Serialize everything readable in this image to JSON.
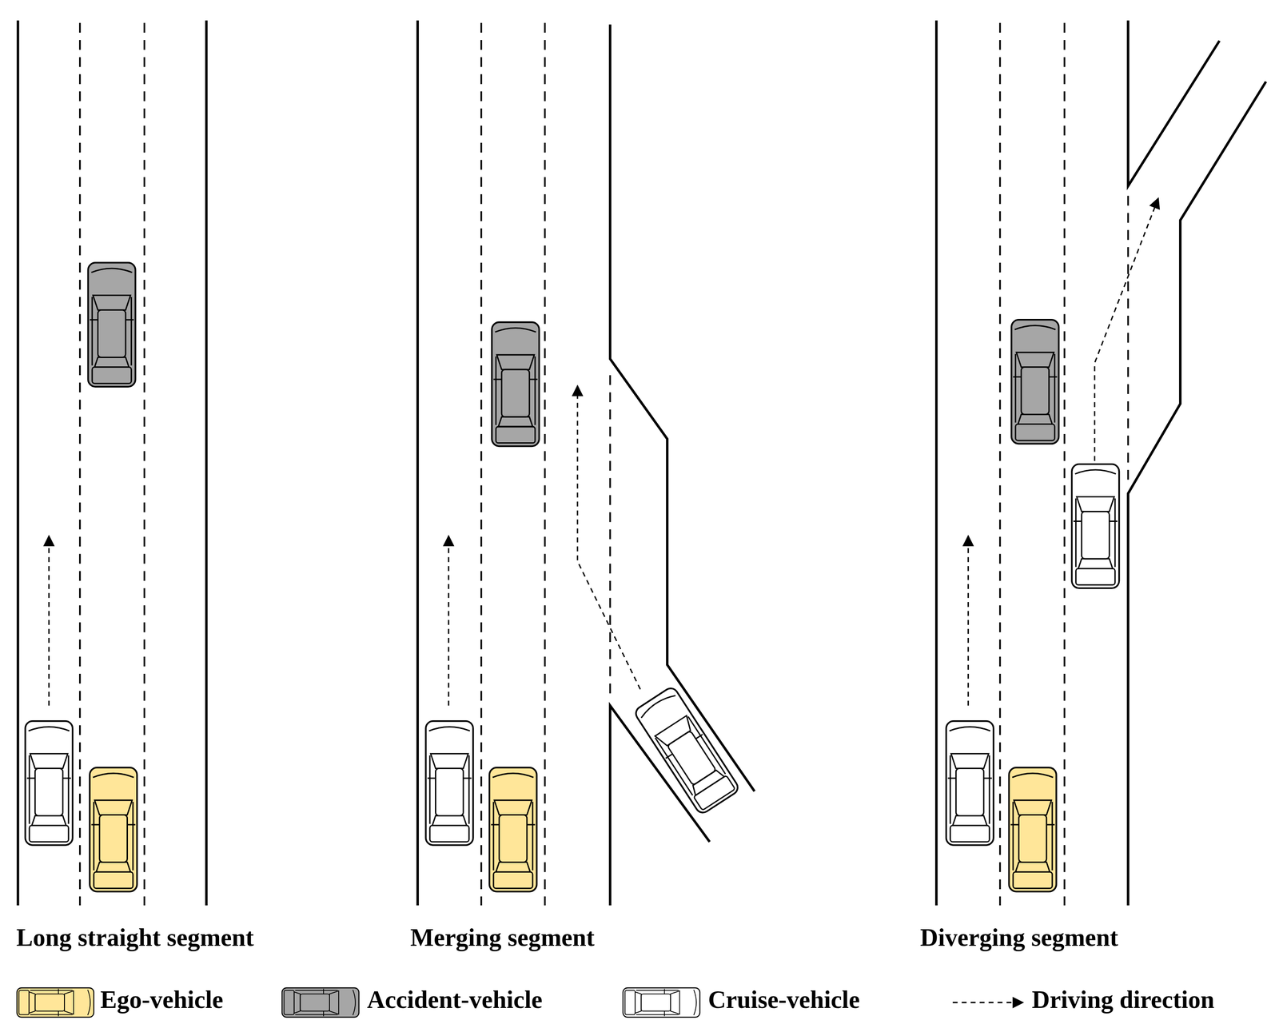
{
  "diagram": {
    "labels": [
      "Long straight segment",
      "Merging segment",
      "Diverging segment"
    ],
    "legend": [
      {
        "text": "Ego-vehicle",
        "color": "#FFE699"
      },
      {
        "text": "Accident-vehicle",
        "color": "#A6A6A6"
      },
      {
        "text": "Cruise-vehicle",
        "color": "#FFFFFF"
      },
      {
        "text": "Driving direction"
      }
    ]
  }
}
